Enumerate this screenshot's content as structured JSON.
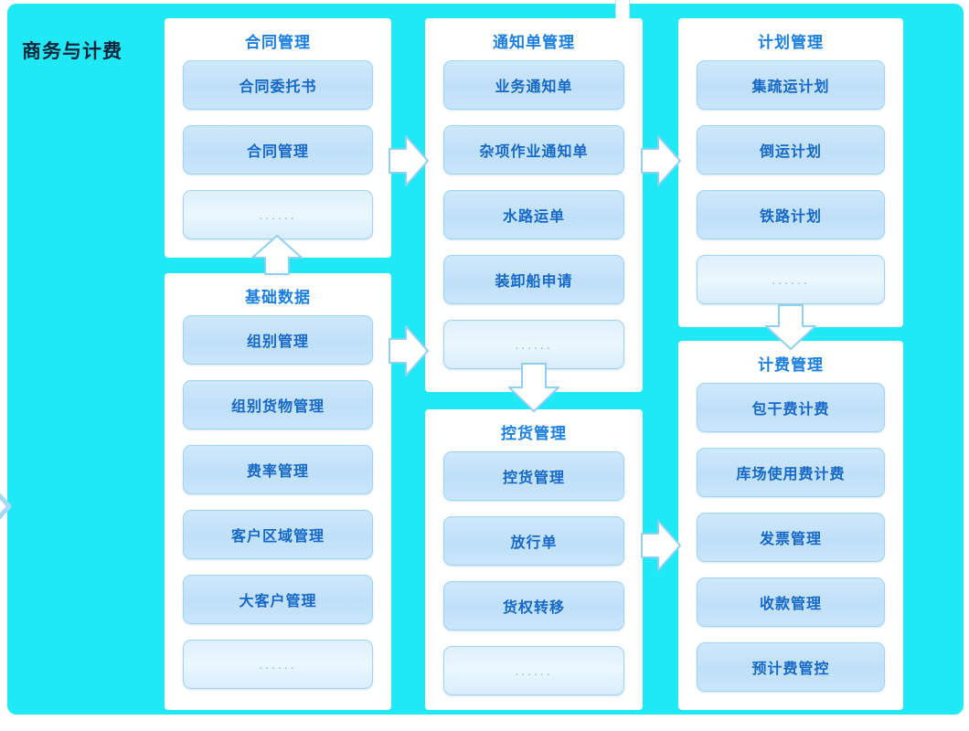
{
  "diagram": {
    "title": "商务与计费",
    "background_color": "#1ee9f5",
    "panel_color": "#ffffff",
    "item_color": "#c6e4fb",
    "item_text_color": "#1668c8",
    "ellipsis_label": "......",
    "panels": [
      {
        "id": "contract",
        "title": "合同管理",
        "items": [
          "合同委托书",
          "合同管理",
          "......"
        ]
      },
      {
        "id": "basic-data",
        "title": "基础数据",
        "items": [
          "组别管理",
          "组别货物管理",
          "费率管理",
          "客户区域管理",
          "大客户管理",
          "......"
        ]
      },
      {
        "id": "notice",
        "title": "通知单管理",
        "items": [
          "业务通知单",
          "杂项作业通知单",
          "水路运单",
          "装卸船申请",
          "......"
        ]
      },
      {
        "id": "cargo-control",
        "title": "控货管理",
        "items": [
          "控货管理",
          "放行单",
          "货权转移",
          "......"
        ]
      },
      {
        "id": "plan",
        "title": "计划管理",
        "items": [
          "集疏运计划",
          "倒运计划",
          "铁路计划",
          "......"
        ]
      },
      {
        "id": "billing",
        "title": "计费管理",
        "items": [
          "包干费计费",
          "库场使用费计费",
          "发票管理",
          "收款管理",
          "预计费管控"
        ]
      }
    ],
    "connectors": [
      {
        "id": "basic-data-to-contract",
        "direction": "up"
      },
      {
        "id": "contract-to-notice",
        "direction": "right"
      },
      {
        "id": "basic-data-to-notice",
        "direction": "right"
      },
      {
        "id": "notice-to-plan",
        "direction": "right"
      },
      {
        "id": "notice-to-cargo-control",
        "direction": "down"
      },
      {
        "id": "plan-to-billing",
        "direction": "down"
      },
      {
        "id": "cargo-control-to-billing",
        "direction": "right"
      }
    ]
  }
}
